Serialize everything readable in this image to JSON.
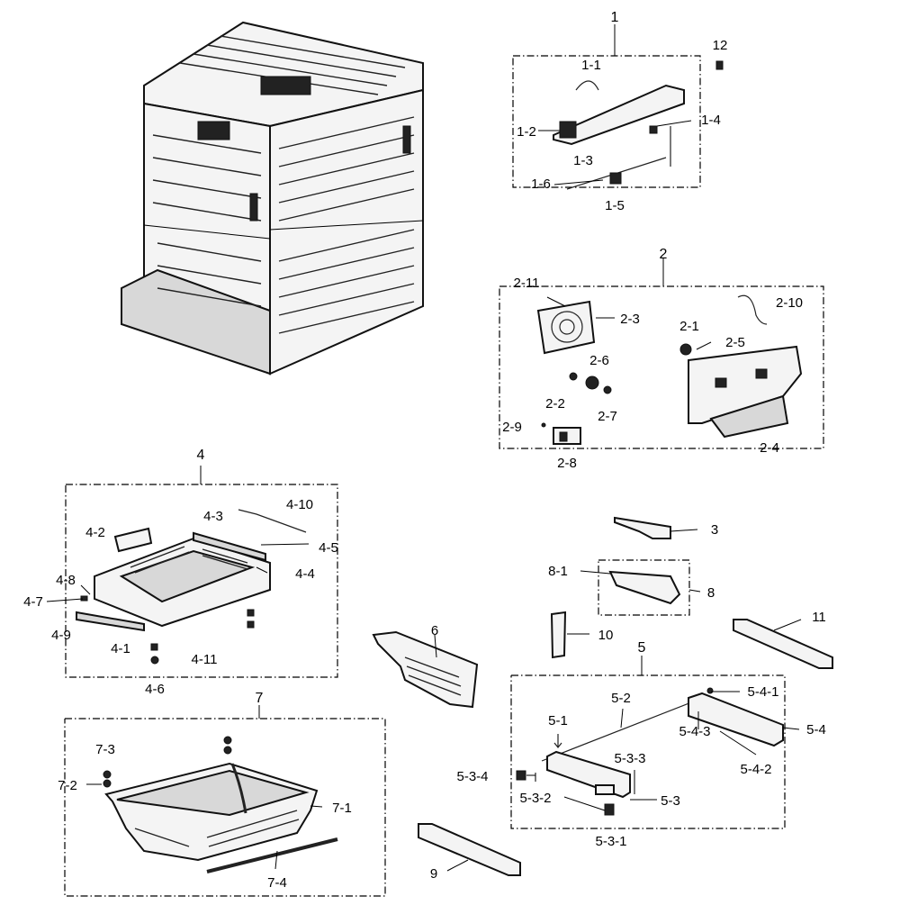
{
  "labels": {
    "p1": "1",
    "p1_1": "1-1",
    "p1_2": "1-2",
    "p1_3": "1-3",
    "p1_4": "1-4",
    "p1_5": "1-5",
    "p1_6": "1-6",
    "p12": "12",
    "p2": "2",
    "p2_1": "2-1",
    "p2_2": "2-2",
    "p2_3": "2-3",
    "p2_4": "2-4",
    "p2_5": "2-5",
    "p2_6": "2-6",
    "p2_7": "2-7",
    "p2_8": "2-8",
    "p2_9": "2-9",
    "p2_10": "2-10",
    "p2_11": "2-11",
    "p3": "3",
    "p4": "4",
    "p4_1": "4-1",
    "p4_2": "4-2",
    "p4_3": "4-3",
    "p4_4": "4-4",
    "p4_5": "4-5",
    "p4_6": "4-6",
    "p4_7": "4-7",
    "p4_8": "4-8",
    "p4_9": "4-9",
    "p4_10": "4-10",
    "p4_11": "4-11",
    "p5": "5",
    "p5_1": "5-1",
    "p5_2": "5-2",
    "p5_3": "5-3",
    "p5_3_1": "5-3-1",
    "p5_3_2": "5-3-2",
    "p5_3_3": "5-3-3",
    "p5_3_4": "5-3-4",
    "p5_4": "5-4",
    "p5_4_1": "5-4-1",
    "p5_4_2": "5-4-2",
    "p5_4_3": "5-4-3",
    "p6": "6",
    "p7": "7",
    "p7_1": "7-1",
    "p7_2": "7-2",
    "p7_3": "7-3",
    "p7_4": "7-4",
    "p8": "8",
    "p8_1": "8-1",
    "p9": "9",
    "p10": "10",
    "p11": "11"
  },
  "colors": {
    "line": "#000000",
    "part_fill": "#f4f4f4",
    "part_shade": "#d8d8d8"
  }
}
